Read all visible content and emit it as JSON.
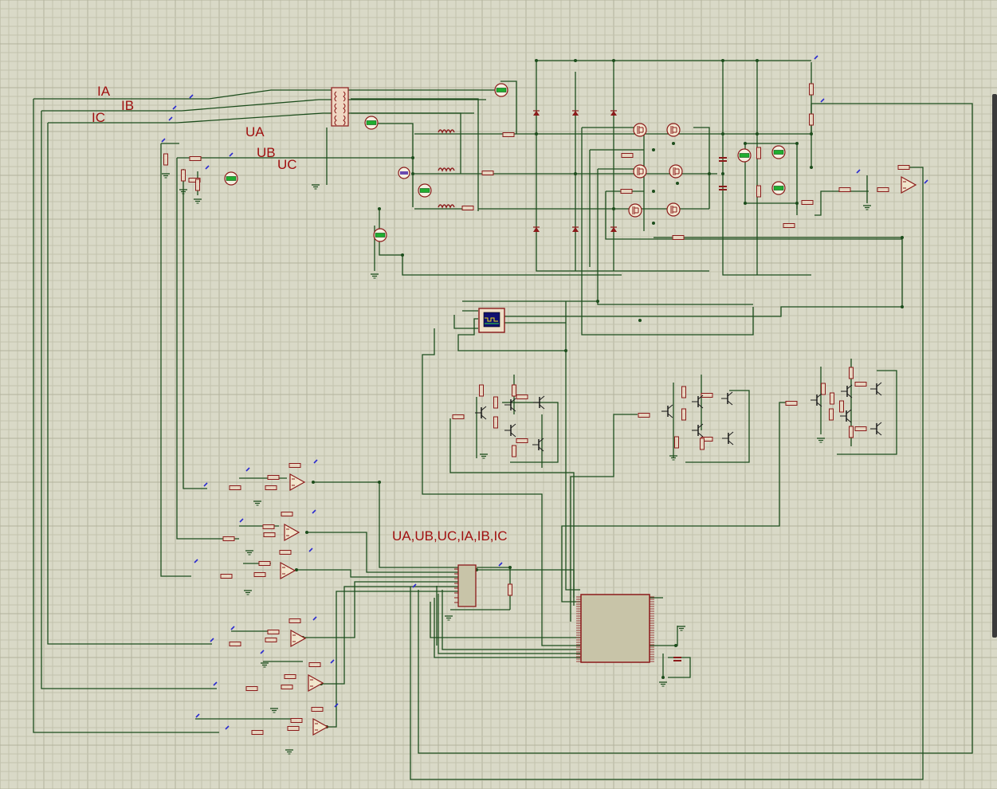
{
  "canvas": {
    "background_color": "#d9d9c7",
    "grid_color": "#c3c3ae",
    "grid_major_color": "#b2b29c",
    "wire_color": "#1c4d1c",
    "component_color": "#8b1a1a",
    "ic_body_color": "#c8c4a8"
  },
  "labels": {
    "ia": "IA",
    "ib": "IB",
    "ic": "IC",
    "ua": "UA",
    "ub": "UB",
    "uc": "UC",
    "bus": "UA,UB,UC,IA,IB,IC"
  },
  "components": {
    "transformer_icon": "transformer-icon",
    "meter_icon": "meter-icon",
    "inductor_icon": "inductor-icon",
    "resistor_icon": "resistor-icon",
    "diode_icon": "diode-icon",
    "mosfet_icon": "mosfet-icon",
    "capacitor_icon": "capacitor-icon",
    "opamp_icon": "opamp-icon",
    "bjt_icon": "bjt-icon",
    "oscilloscope_icon": "oscilloscope-icon",
    "microcontroller_icon": "microcontroller-icon",
    "ground_icon": "ground-icon"
  }
}
